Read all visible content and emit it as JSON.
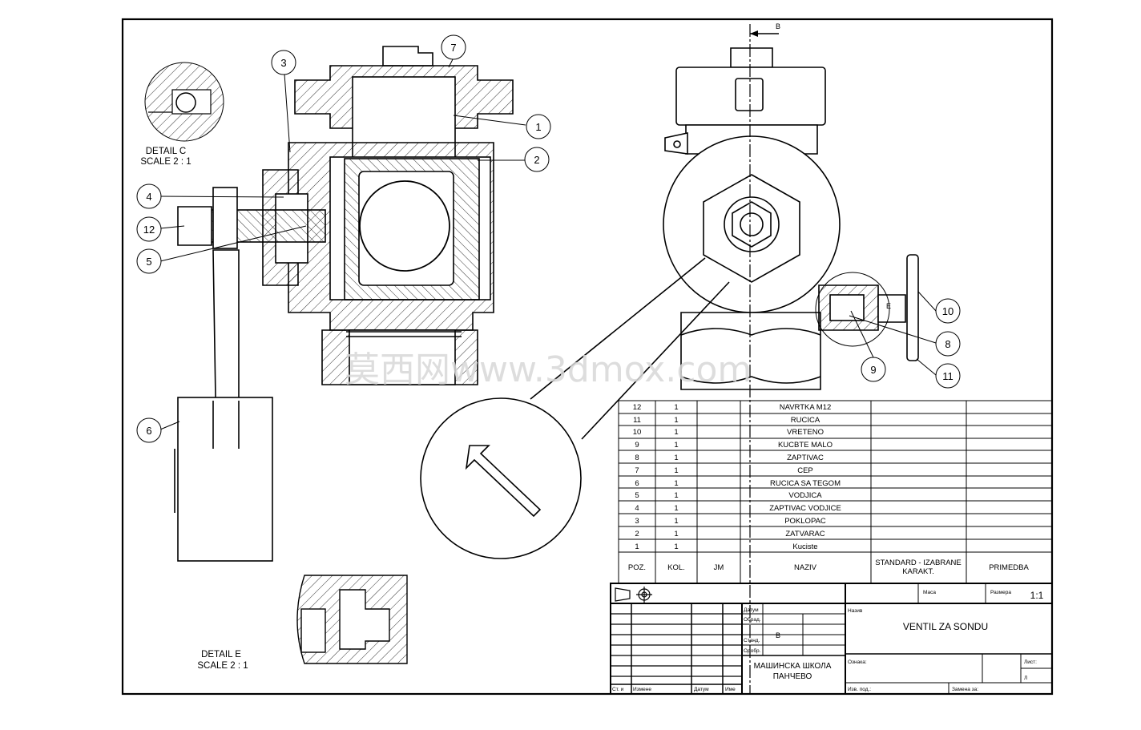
{
  "details": {
    "c_title": "DETAIL C",
    "c_scale": "SCALE 2 : 1",
    "e_title": "DETAIL E",
    "e_scale": "SCALE 2 : 1"
  },
  "section_marker": "B",
  "view_marker": "E",
  "callouts": [
    "1",
    "2",
    "3",
    "4",
    "5",
    "6",
    "7",
    "8",
    "9",
    "10",
    "11",
    "12"
  ],
  "watermark": "莫西网www.3dmox.com",
  "bom": {
    "headers": {
      "poz": "POZ.",
      "kol": "KOL.",
      "jm": "JM",
      "naziv": "NAZIV",
      "standard_line1": "STANDARD - IZABRANE",
      "standard_line2": "KARAKT.",
      "primedba": "PRIMEDBA"
    },
    "rows": [
      {
        "poz": "12",
        "kol": "1",
        "naziv": "NAVRTKA M12"
      },
      {
        "poz": "11",
        "kol": "1",
        "naziv": "RUCICA"
      },
      {
        "poz": "10",
        "kol": "1",
        "naziv": "VRETENO"
      },
      {
        "poz": "9",
        "kol": "1",
        "naziv": "KUCBTE MALO"
      },
      {
        "poz": "8",
        "kol": "1",
        "naziv": "ZAPTIVAC"
      },
      {
        "poz": "7",
        "kol": "1",
        "naziv": "CEP"
      },
      {
        "poz": "6",
        "kol": "1",
        "naziv": "RUCICA SA TEGOM"
      },
      {
        "poz": "5",
        "kol": "1",
        "naziv": "VODJICA"
      },
      {
        "poz": "4",
        "kol": "1",
        "naziv": "ZAPTIVAC VODJICE"
      },
      {
        "poz": "3",
        "kol": "1",
        "naziv": "POKLOPAC"
      },
      {
        "poz": "2",
        "kol": "1",
        "naziv": "ZATVARAC"
      },
      {
        "poz": "1",
        "kol": "1",
        "naziv": "Kuciste"
      }
    ]
  },
  "title_block": {
    "masa_label": "Маса",
    "razmera_label": "Размера",
    "scale": "1:1",
    "datum_label": "Датум",
    "obrad_label": "Обрад.",
    "stand_label": "Станд.",
    "odobr_label": "Одобр.",
    "naziv_label": "Назив",
    "title": "VENTIL ZA SONDU",
    "school_line1": "МАШИНСКА ШКОЛА",
    "school_line2": "ПАНЧЕВО",
    "oznaka_label": "Ознака:",
    "list_label": "Лист:",
    "listova_label": "Л",
    "izv_label": "Изв. под.:",
    "zamena_label": "Замена за:",
    "st_izm_label": "Ст. и",
    "izmene_label": "Измене",
    "datum2_label": "Датум",
    "ime_label": "Име"
  }
}
